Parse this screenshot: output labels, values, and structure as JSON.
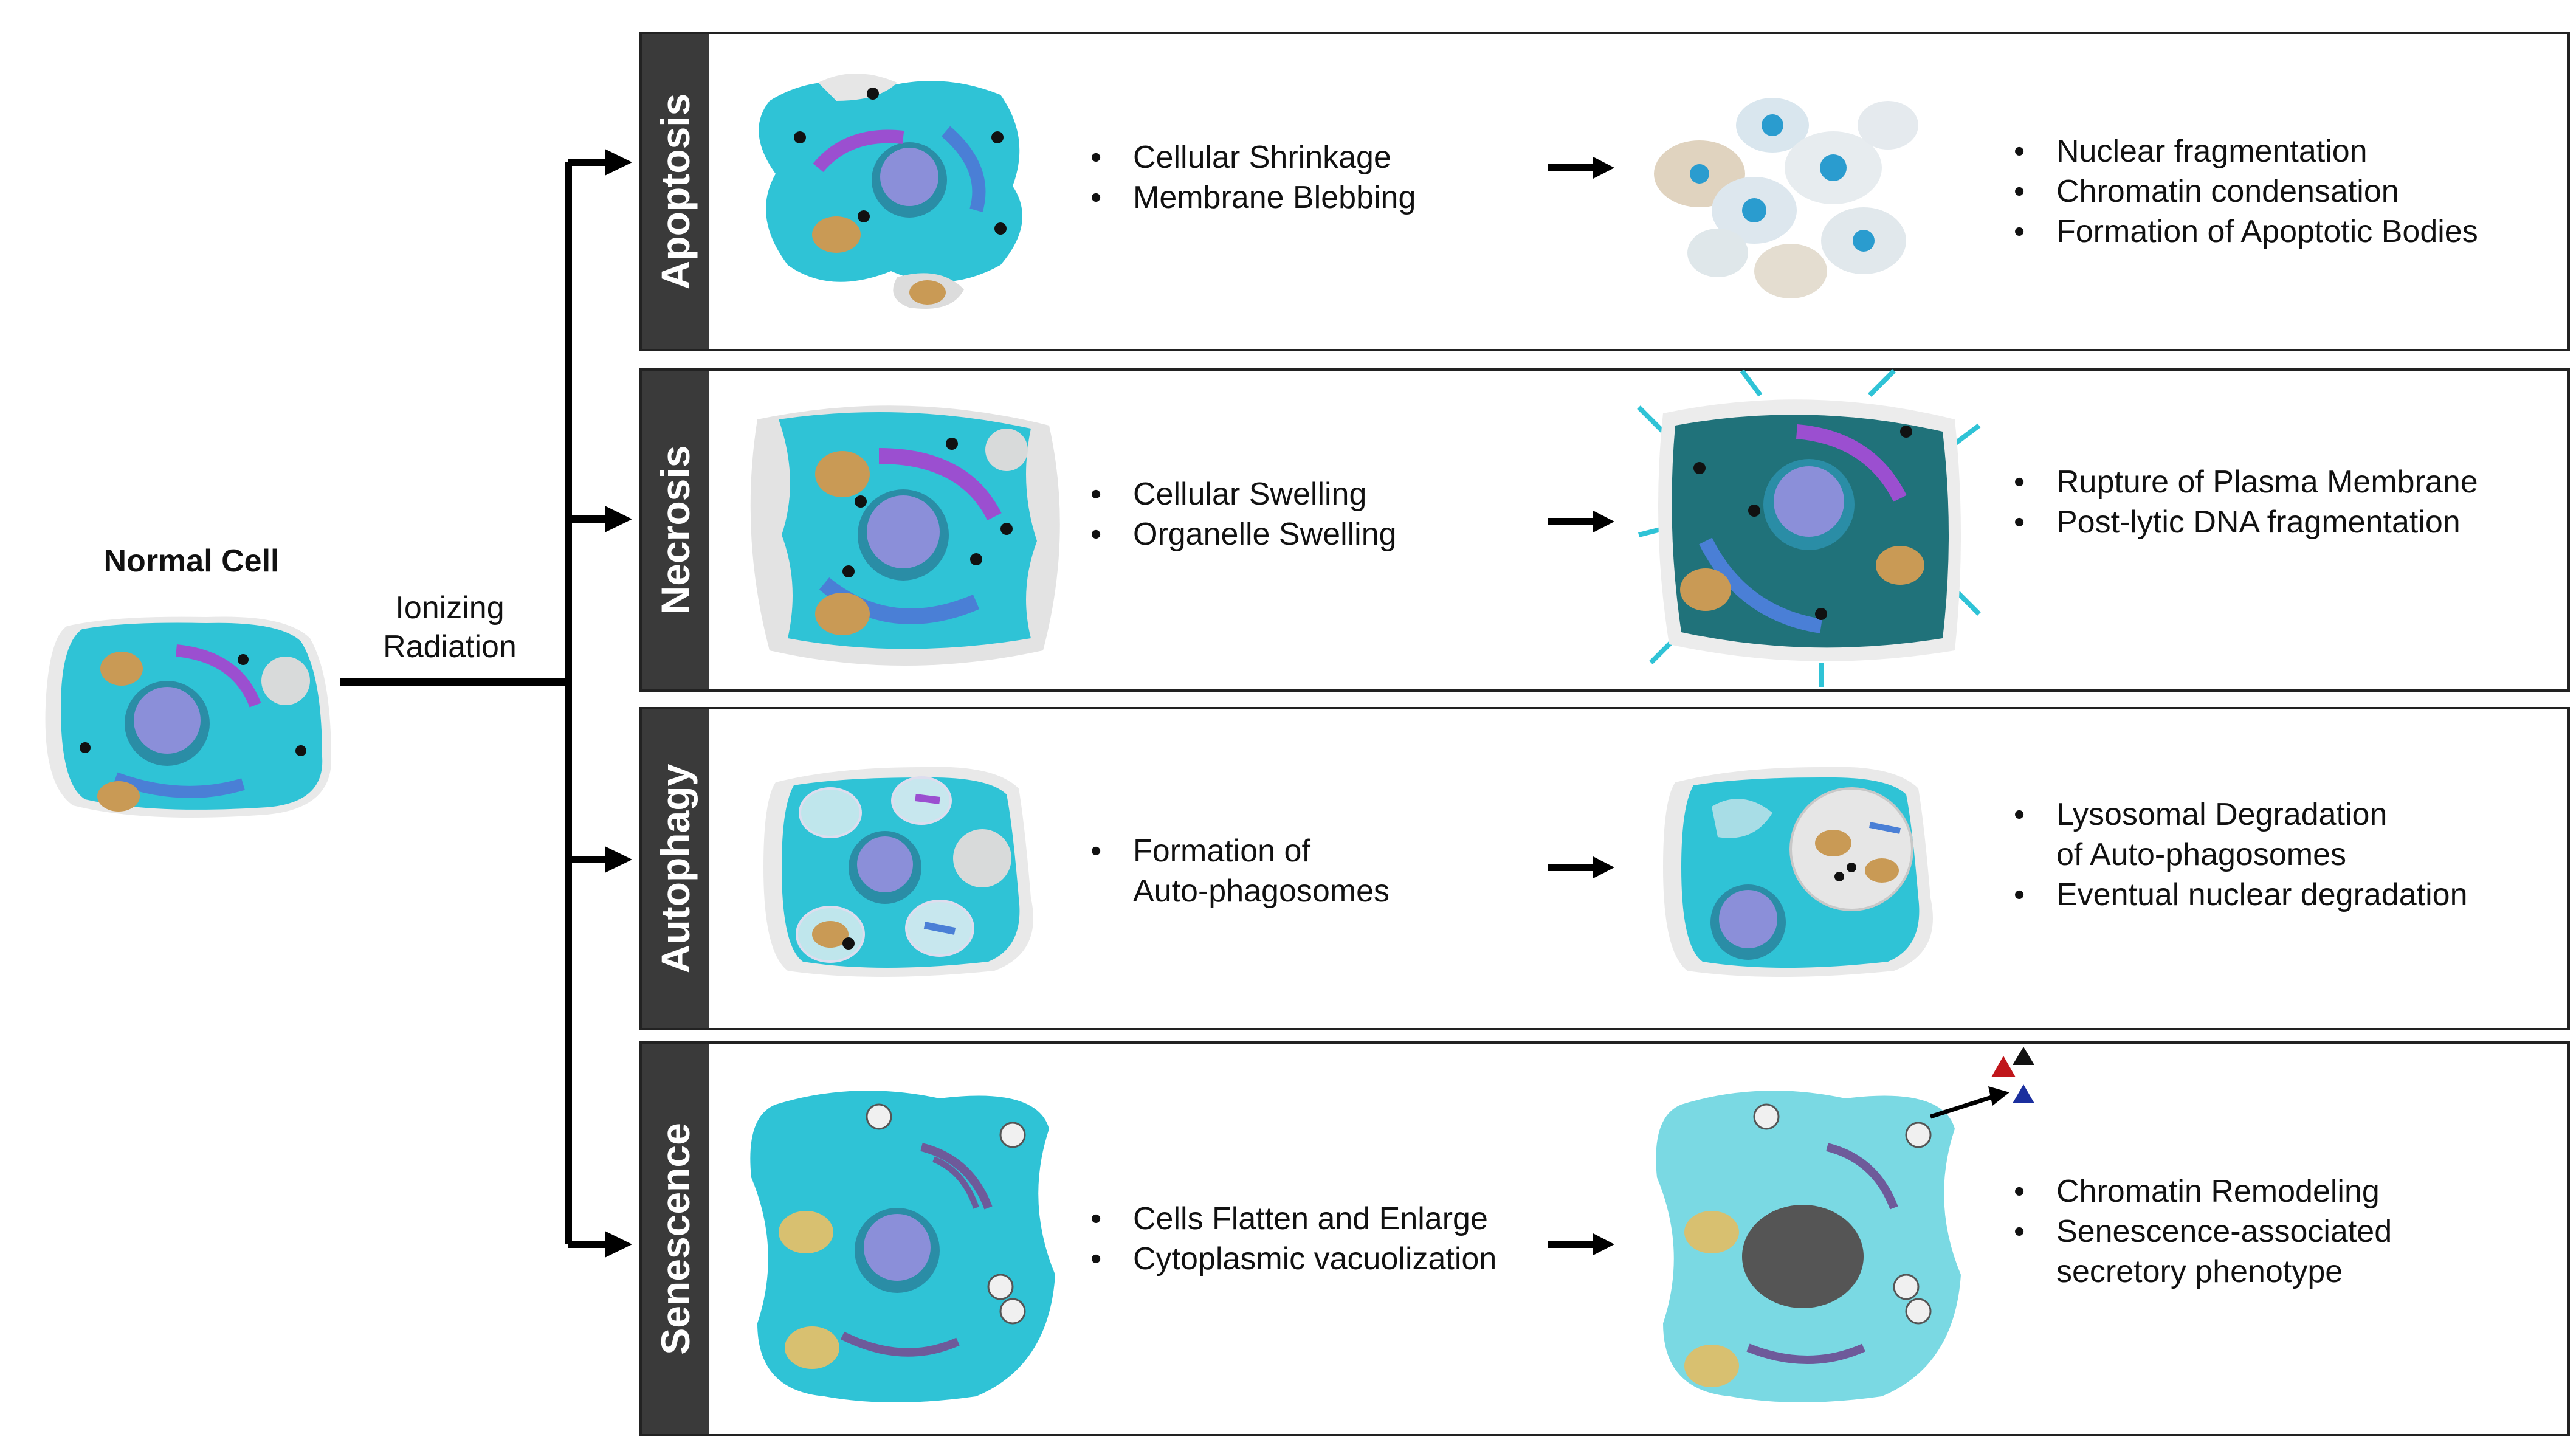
{
  "normal_cell": {
    "label": "Normal Cell"
  },
  "trigger": {
    "line1": "Ionizing",
    "line2": "Radiation"
  },
  "panels": [
    {
      "title": "Apoptosis",
      "stage1": [
        "Cellular Shrinkage",
        "Membrane Blebbing"
      ],
      "stage2": [
        "Nuclear fragmentation",
        "Chromatin condensation",
        "Formation of Apoptotic Bodies"
      ]
    },
    {
      "title": "Necrosis",
      "stage1": [
        "Cellular Swelling",
        "Organelle Swelling"
      ],
      "stage2": [
        "Rupture of Plasma Membrane",
        "Post-lytic DNA fragmentation"
      ]
    },
    {
      "title": "Autophagy",
      "stage1": [
        "Formation of",
        "Auto-phagosomes"
      ],
      "stage2": [
        "Lysosomal Degradation",
        "of Auto-phagosomes",
        "Eventual nuclear degradation"
      ]
    },
    {
      "title": "Senescence",
      "stage1": [
        "Cells Flatten and Enlarge",
        "Cytoplasmic vacuolization"
      ],
      "stage2": [
        "Chromatin Remodeling",
        "Senescence-associated",
        "secretory phenotype"
      ]
    }
  ],
  "colors": {
    "cytoplasm": "#2fc3d6",
    "cytoplasm_light": "#7ad9e3",
    "tab": "#3a3a3a",
    "er_purple": "#9b4fd0",
    "er_blue": "#4a7fd6",
    "mito": "#c99a55",
    "senescent_nucleus": "#555555",
    "sasp_red": "#c0161b",
    "sasp_black": "#111111",
    "sasp_blue": "#1b2f9e"
  },
  "icons": [
    "cell-illustration",
    "arrow-right-icon",
    "triangle-icon"
  ]
}
